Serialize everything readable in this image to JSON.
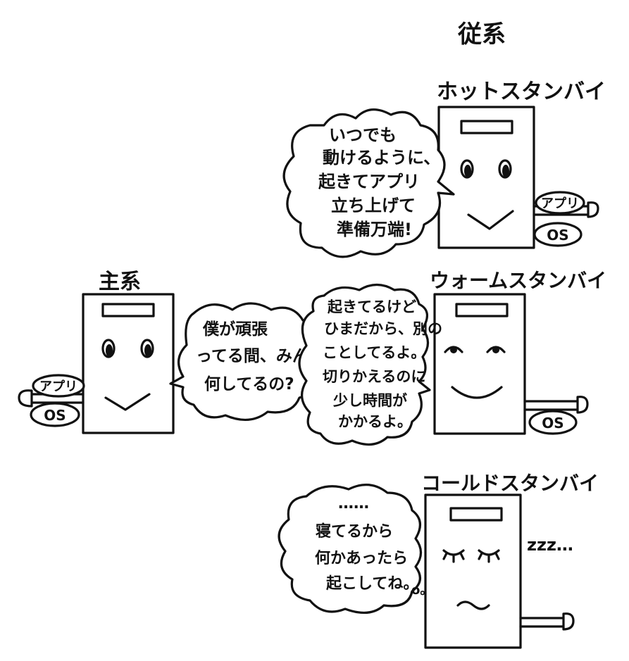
{
  "heading_secondary": "従系",
  "primary": {
    "title": "主系",
    "badges": [
      "アプリ",
      "OS"
    ],
    "speech": [
      "僕が頑張",
      "ってる間、みんな",
      "何してるの?"
    ]
  },
  "hot": {
    "title": "ホットスタンバイ",
    "badges": [
      "アプリ",
      "OS"
    ],
    "speech": [
      "いつでも",
      "動けるように、",
      "起きてアプリ",
      "立ち上げて",
      "準備万端!"
    ]
  },
  "warm": {
    "title": "ウォームスタンバイ",
    "badges": [
      "OS"
    ],
    "speech": [
      "起きてるけど",
      "ひまだから、別の",
      "ことしてるよ。",
      "切りかえるのに",
      "少し時間が",
      "かかるよ。"
    ]
  },
  "cold": {
    "title": "コールドスタンバイ",
    "sleep": "zzz…",
    "speech": [
      "……",
      "寝てるから",
      "何かあったら",
      "起こしてね。"
    ],
    "dots": "o。"
  }
}
